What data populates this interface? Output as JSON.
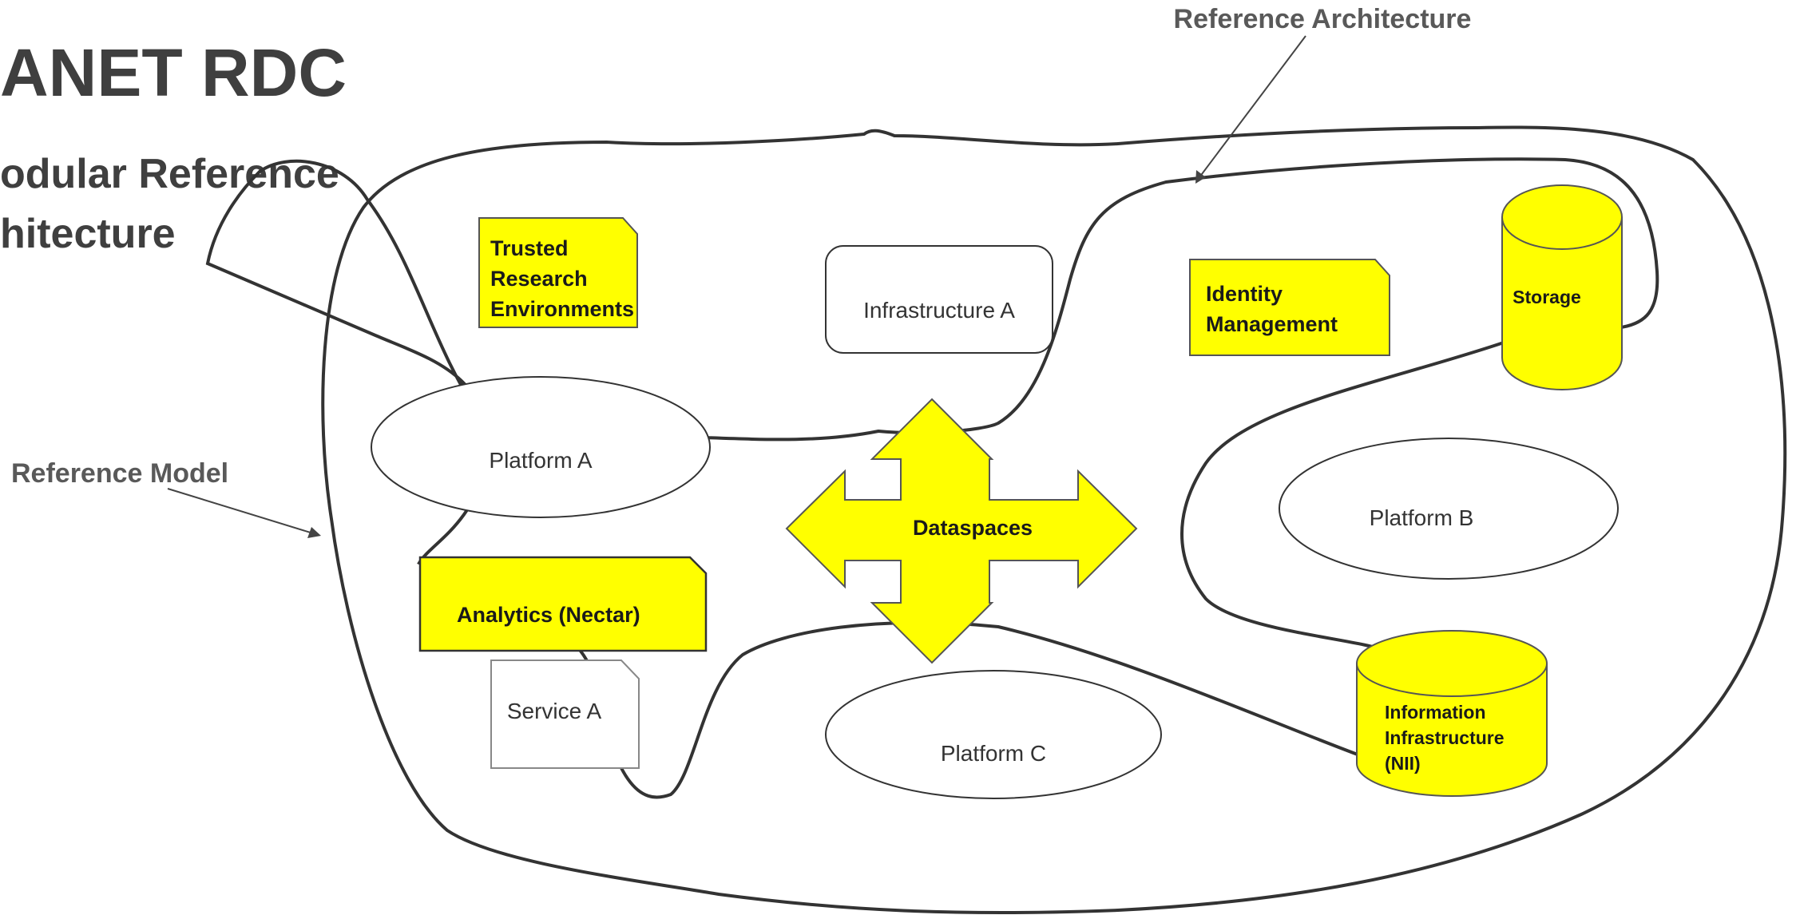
{
  "slide": {
    "title": "ANET RDC",
    "subtitle_line1": "odular Reference",
    "subtitle_line2": "hitecture"
  },
  "labels": {
    "reference_architecture": "Reference Architecture",
    "reference_model": "Reference Model"
  },
  "nodes": {
    "trusted_research_environments": [
      "Trusted",
      "Research",
      "Environments"
    ],
    "infrastructure_a": "Infrastructure A",
    "identity_management": [
      "Identity",
      "Management"
    ],
    "storage": "Storage",
    "platform_a": "Platform A",
    "dataspaces": "Dataspaces",
    "platform_b": "Platform B",
    "analytics_nectar": "Analytics (Nectar)",
    "service_a": "Service A",
    "platform_c": "Platform C",
    "information_infrastructure": [
      "Information",
      "Infrastructure",
      "(NII)"
    ]
  },
  "colors": {
    "highlight": "#ffff00",
    "title": "#3f3f3f",
    "label": "#595959",
    "line": "#333333"
  }
}
